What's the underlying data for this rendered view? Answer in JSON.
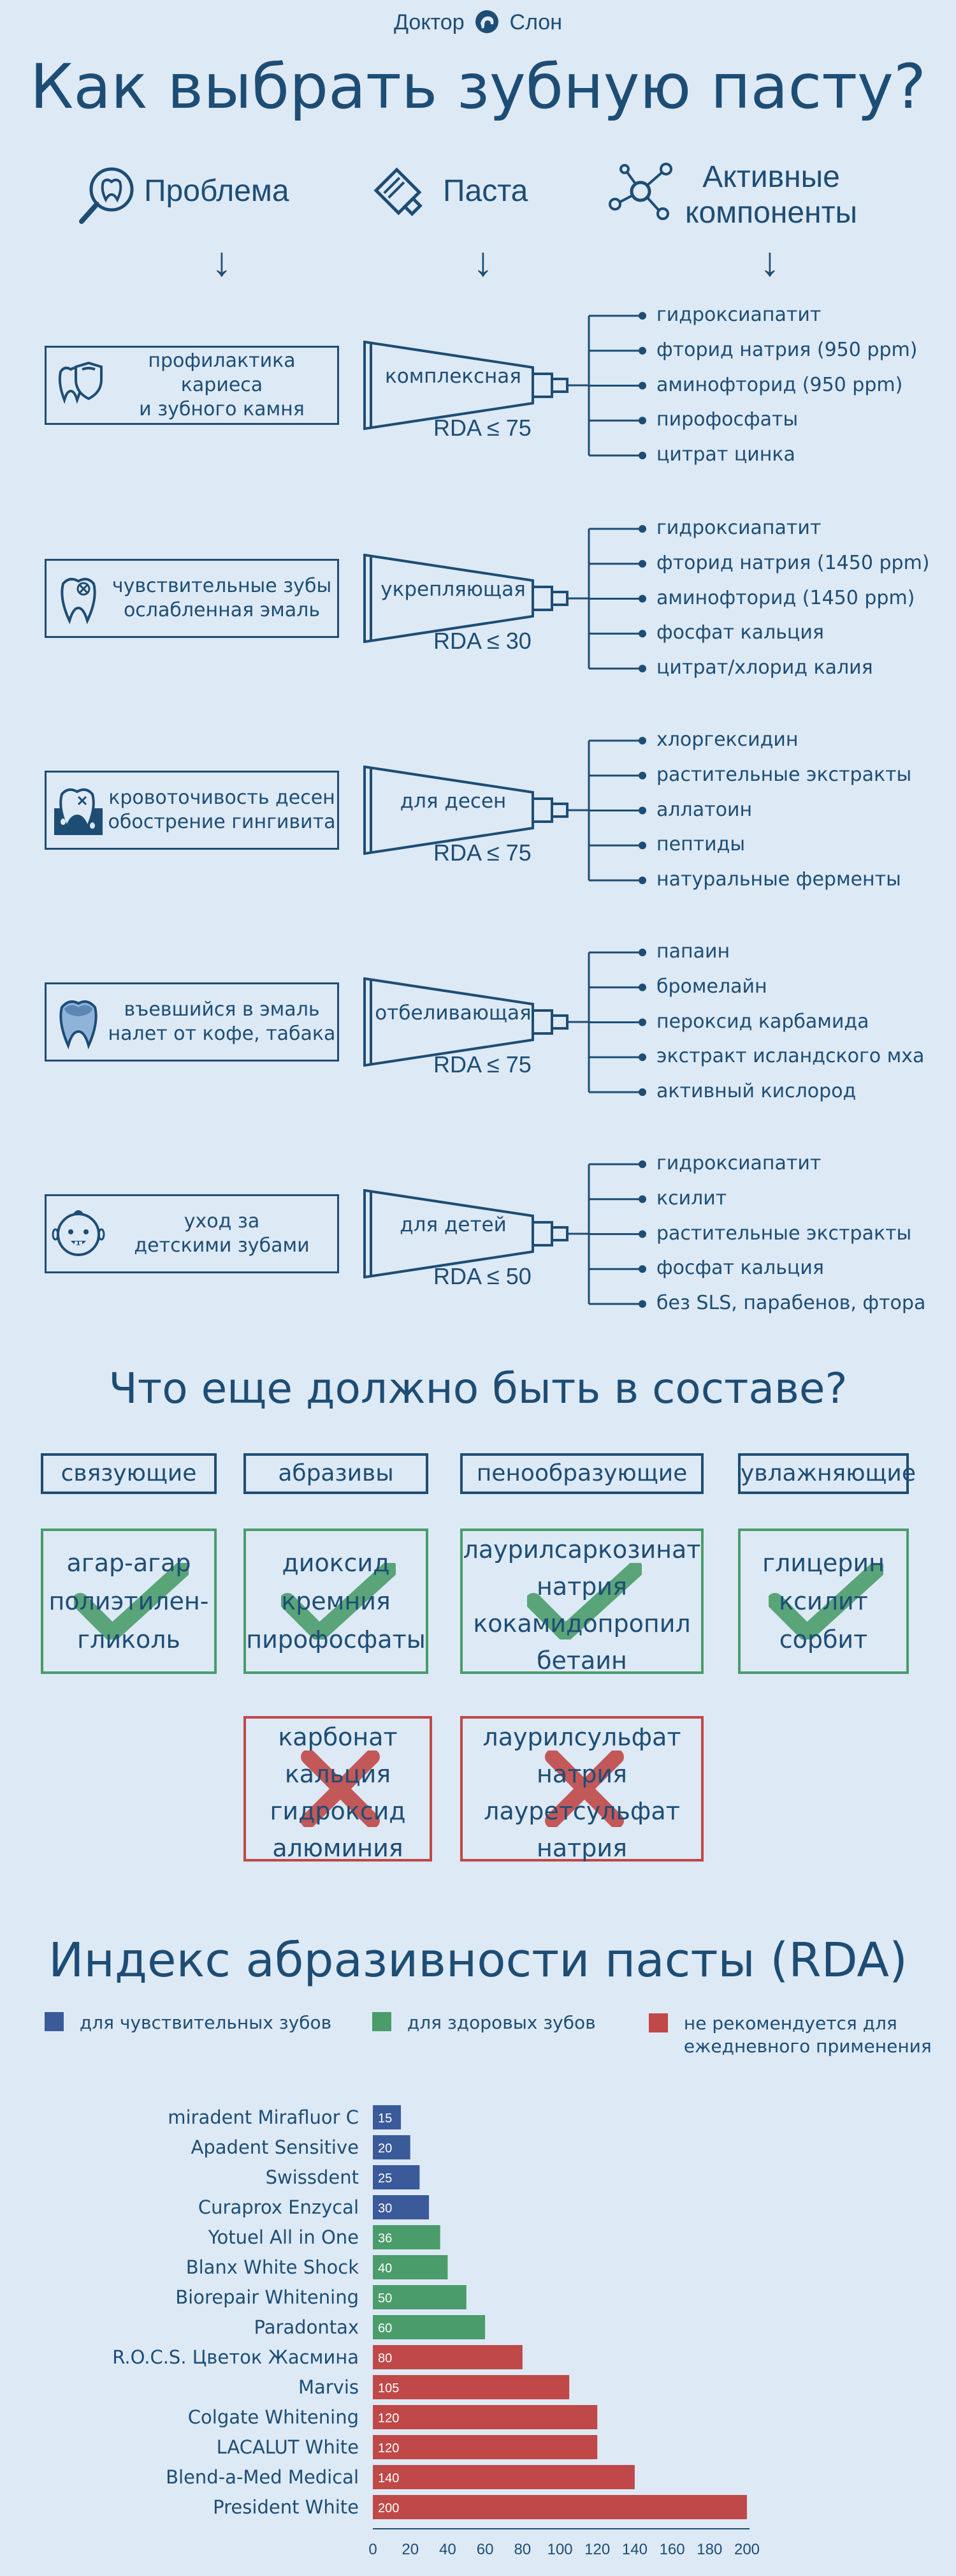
{
  "logo": {
    "left": "Доктор",
    "right": "Слон"
  },
  "title": "Как выбрать зубную пасту?",
  "headers": {
    "problem": "Проблема",
    "paste": "Паста",
    "active_1": "Активные",
    "active_2": "компоненты"
  },
  "rows": [
    {
      "problem": [
        "профилактика кариеса",
        "и зубного камня"
      ],
      "paste": "комплексная",
      "rda": "RDA ≤ 75",
      "components": [
        "гидроксиапатит",
        "фторид натрия (950 ppm)",
        "аминофторид (950 ppm)",
        "пирофосфаты",
        "цитрат цинка"
      ],
      "icon": "tooth-shield-icon"
    },
    {
      "problem": [
        "чувствительные зубы",
        "ослабленная эмаль"
      ],
      "paste": "укрепляющая",
      "rda": "RDA ≤ 30",
      "components": [
        "гидроксиапатит",
        "фторид натрия (1450 ppm)",
        "аминофторид (1450 ppm)",
        "фосфат кальция",
        "цитрат/хлорид калия"
      ],
      "icon": "cracked-tooth-icon"
    },
    {
      "problem": [
        "кровоточивость десен",
        "обострение гингивита"
      ],
      "paste": "для десен",
      "rda": "RDA ≤ 75",
      "components": [
        "хлоргексидин",
        "растительные экстракты",
        "аллатоин",
        "пептиды",
        "натуральные ферменты"
      ],
      "icon": "bleeding-gum-icon"
    },
    {
      "problem": [
        "въевшийся в эмаль",
        "налет от кофе, табака"
      ],
      "paste": "отбеливающая",
      "rda": "RDA ≤ 75",
      "components": [
        "папаин",
        "бромелайн",
        "пероксид карбамида",
        "экстракт исландского мха",
        "активный кислород"
      ],
      "icon": "stained-tooth-icon"
    },
    {
      "problem": [
        "уход за",
        "детскими зубами"
      ],
      "paste": "для детей",
      "rda": "RDA ≤ 50",
      "components": [
        "гидроксиапатит",
        "ксилит",
        "растительные экстракты",
        "фосфат кальция",
        "без SLS, парабенов, фтора"
      ],
      "icon": "baby-face-icon"
    }
  ],
  "composition": {
    "title": "Что еще должно быть в составе?",
    "categories": [
      "связующие",
      "абразивы",
      "пенообразующие",
      "увлажняющие"
    ],
    "good": [
      [
        "агар-агар",
        "полиэтилен-",
        "гликоль"
      ],
      [
        "диоксид",
        "кремния",
        "пирофосфаты"
      ],
      [
        "лаурилсаркозинат",
        "натрия",
        "кокамидопропил",
        "бетаин"
      ],
      [
        "глицерин",
        "ксилит",
        "сорбит"
      ]
    ],
    "bad": [
      [
        "карбонат",
        "кальция",
        "гидроксид",
        "алюминия"
      ],
      [
        "лаурилсульфат",
        "натрия",
        "лауретсульфат",
        "натрия"
      ]
    ]
  },
  "rda_section": {
    "title": "Индекс абразивности пасты (RDA)",
    "legend": [
      {
        "label": "для чувствительных зубов",
        "color": "#3a5a9a"
      },
      {
        "label": "для здоровых зубов",
        "color": "#4a9c6b"
      },
      {
        "label_1": "не рекомендуется для",
        "label_2": "ежедневного применения",
        "color": "#c04848"
      }
    ]
  },
  "colors": {
    "blue": "#3a5a9a",
    "green": "#4a9c6b",
    "red": "#c04848",
    "ink": "#1d4d75",
    "bg": "#dde9f5"
  },
  "chart_data": {
    "type": "bar",
    "orientation": "horizontal",
    "categories": [
      "miradent Mirafluor C",
      "Apadent Sensitive",
      "Swissdent",
      "Curaprox Enzycal",
      "Yotuel All in One",
      "Blanx White Shock",
      "Biorepair Whitening",
      "Paradontax",
      "R.O.C.S. Цветок Жасмина",
      "Marvis",
      "Colgate Whitening",
      "LACALUT White",
      "Blend-a-Med Medical",
      "President White"
    ],
    "values": [
      15,
      20,
      25,
      30,
      36,
      40,
      50,
      60,
      80,
      105,
      120,
      120,
      140,
      200
    ],
    "groups": [
      "blue",
      "blue",
      "blue",
      "blue",
      "green",
      "green",
      "green",
      "green",
      "red",
      "red",
      "red",
      "red",
      "red",
      "red"
    ],
    "xlim": [
      0,
      200
    ],
    "xticks": [
      0,
      20,
      40,
      60,
      80,
      100,
      120,
      140,
      160,
      180,
      200
    ]
  }
}
